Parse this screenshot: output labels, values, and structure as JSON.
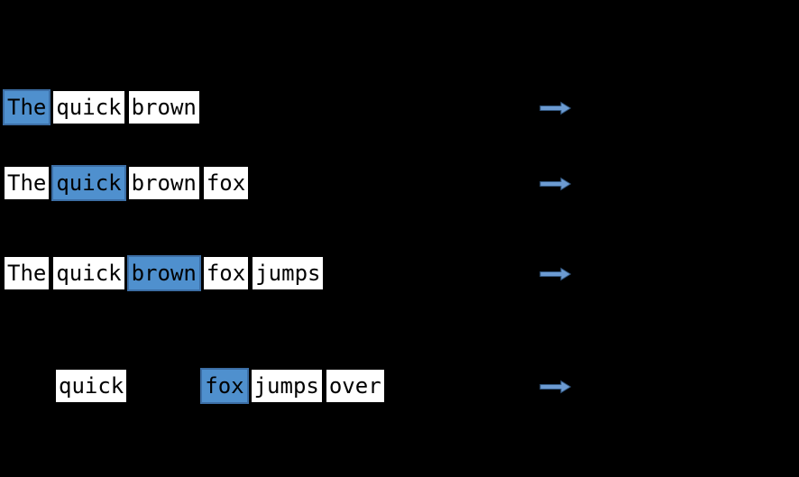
{
  "diagram": {
    "description": "Sliding-window word tokens over the sentence fragment 'The quick brown fox jumps over', one highlighted center word per row, each row followed by a right block arrow",
    "rows": [
      {
        "name": "window-row-1",
        "tokens": [
          {
            "text": "The",
            "highlighted": true
          },
          {
            "text": "quick",
            "highlighted": false
          },
          {
            "text": "brown",
            "highlighted": false
          }
        ]
      },
      {
        "name": "window-row-2",
        "tokens": [
          {
            "text": "The",
            "highlighted": false
          },
          {
            "text": "quick",
            "highlighted": true
          },
          {
            "text": "brown",
            "highlighted": false
          },
          {
            "text": "fox",
            "highlighted": false
          }
        ]
      },
      {
        "name": "window-row-3",
        "tokens": [
          {
            "text": "The",
            "highlighted": false
          },
          {
            "text": "quick",
            "highlighted": false
          },
          {
            "text": "brown",
            "highlighted": true
          },
          {
            "text": "fox",
            "highlighted": false
          },
          {
            "text": "jumps",
            "highlighted": false
          }
        ]
      },
      {
        "name": "window-row-4",
        "tokens": [
          {
            "text": "quick",
            "highlighted": false
          },
          {
            "gap": true
          },
          {
            "text": "fox",
            "highlighted": true
          },
          {
            "text": "jumps",
            "highlighted": false
          },
          {
            "text": "over",
            "highlighted": false
          }
        ]
      }
    ],
    "arrow_icon": "right-block-arrow",
    "arrow_count": 4
  },
  "colors": {
    "canvas_bg": "#000000",
    "token_fill": "#ffffff",
    "token_border": "#000000",
    "token_text": "#000000",
    "highlight_fill": "#4f90ce",
    "highlight_border": "#3c6ea5",
    "arrow_fill": "#6c9bd2",
    "arrow_border": "#31567f"
  }
}
